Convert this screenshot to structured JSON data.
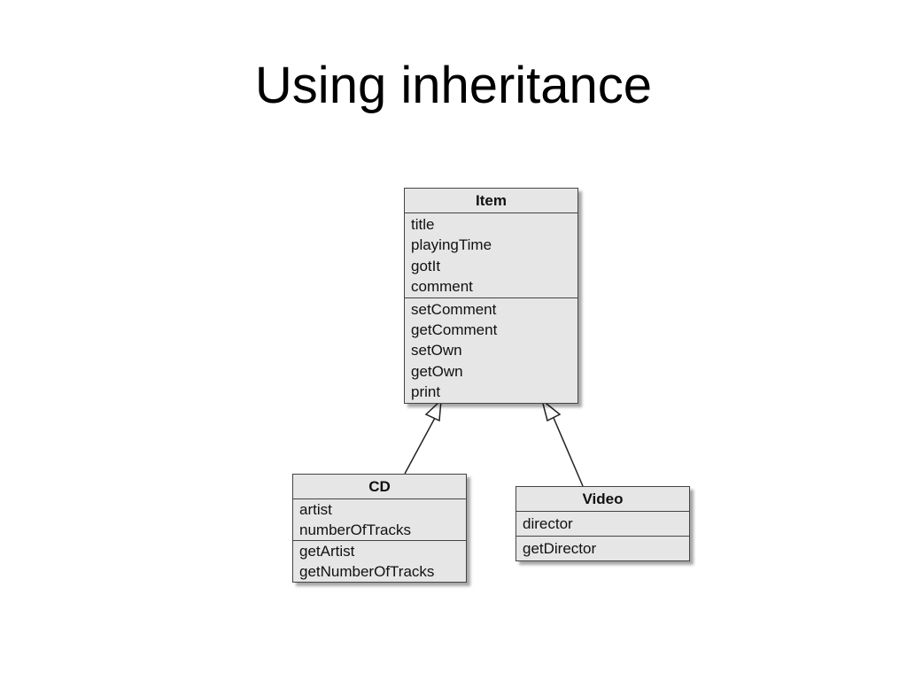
{
  "slide": {
    "title": "Using inheritance"
  },
  "classes": {
    "item": {
      "name": "Item",
      "fields": [
        "title",
        "playingTime",
        "gotIt",
        "comment"
      ],
      "methods": [
        "setComment",
        "getComment",
        "setOwn",
        "getOwn",
        "print"
      ]
    },
    "cd": {
      "name": "CD",
      "fields": [
        "artist",
        "numberOfTracks"
      ],
      "methods": [
        "getArtist",
        "getNumberOfTracks"
      ]
    },
    "video": {
      "name": "Video",
      "fields": [
        "director"
      ],
      "methods": [
        "getDirector"
      ]
    }
  }
}
